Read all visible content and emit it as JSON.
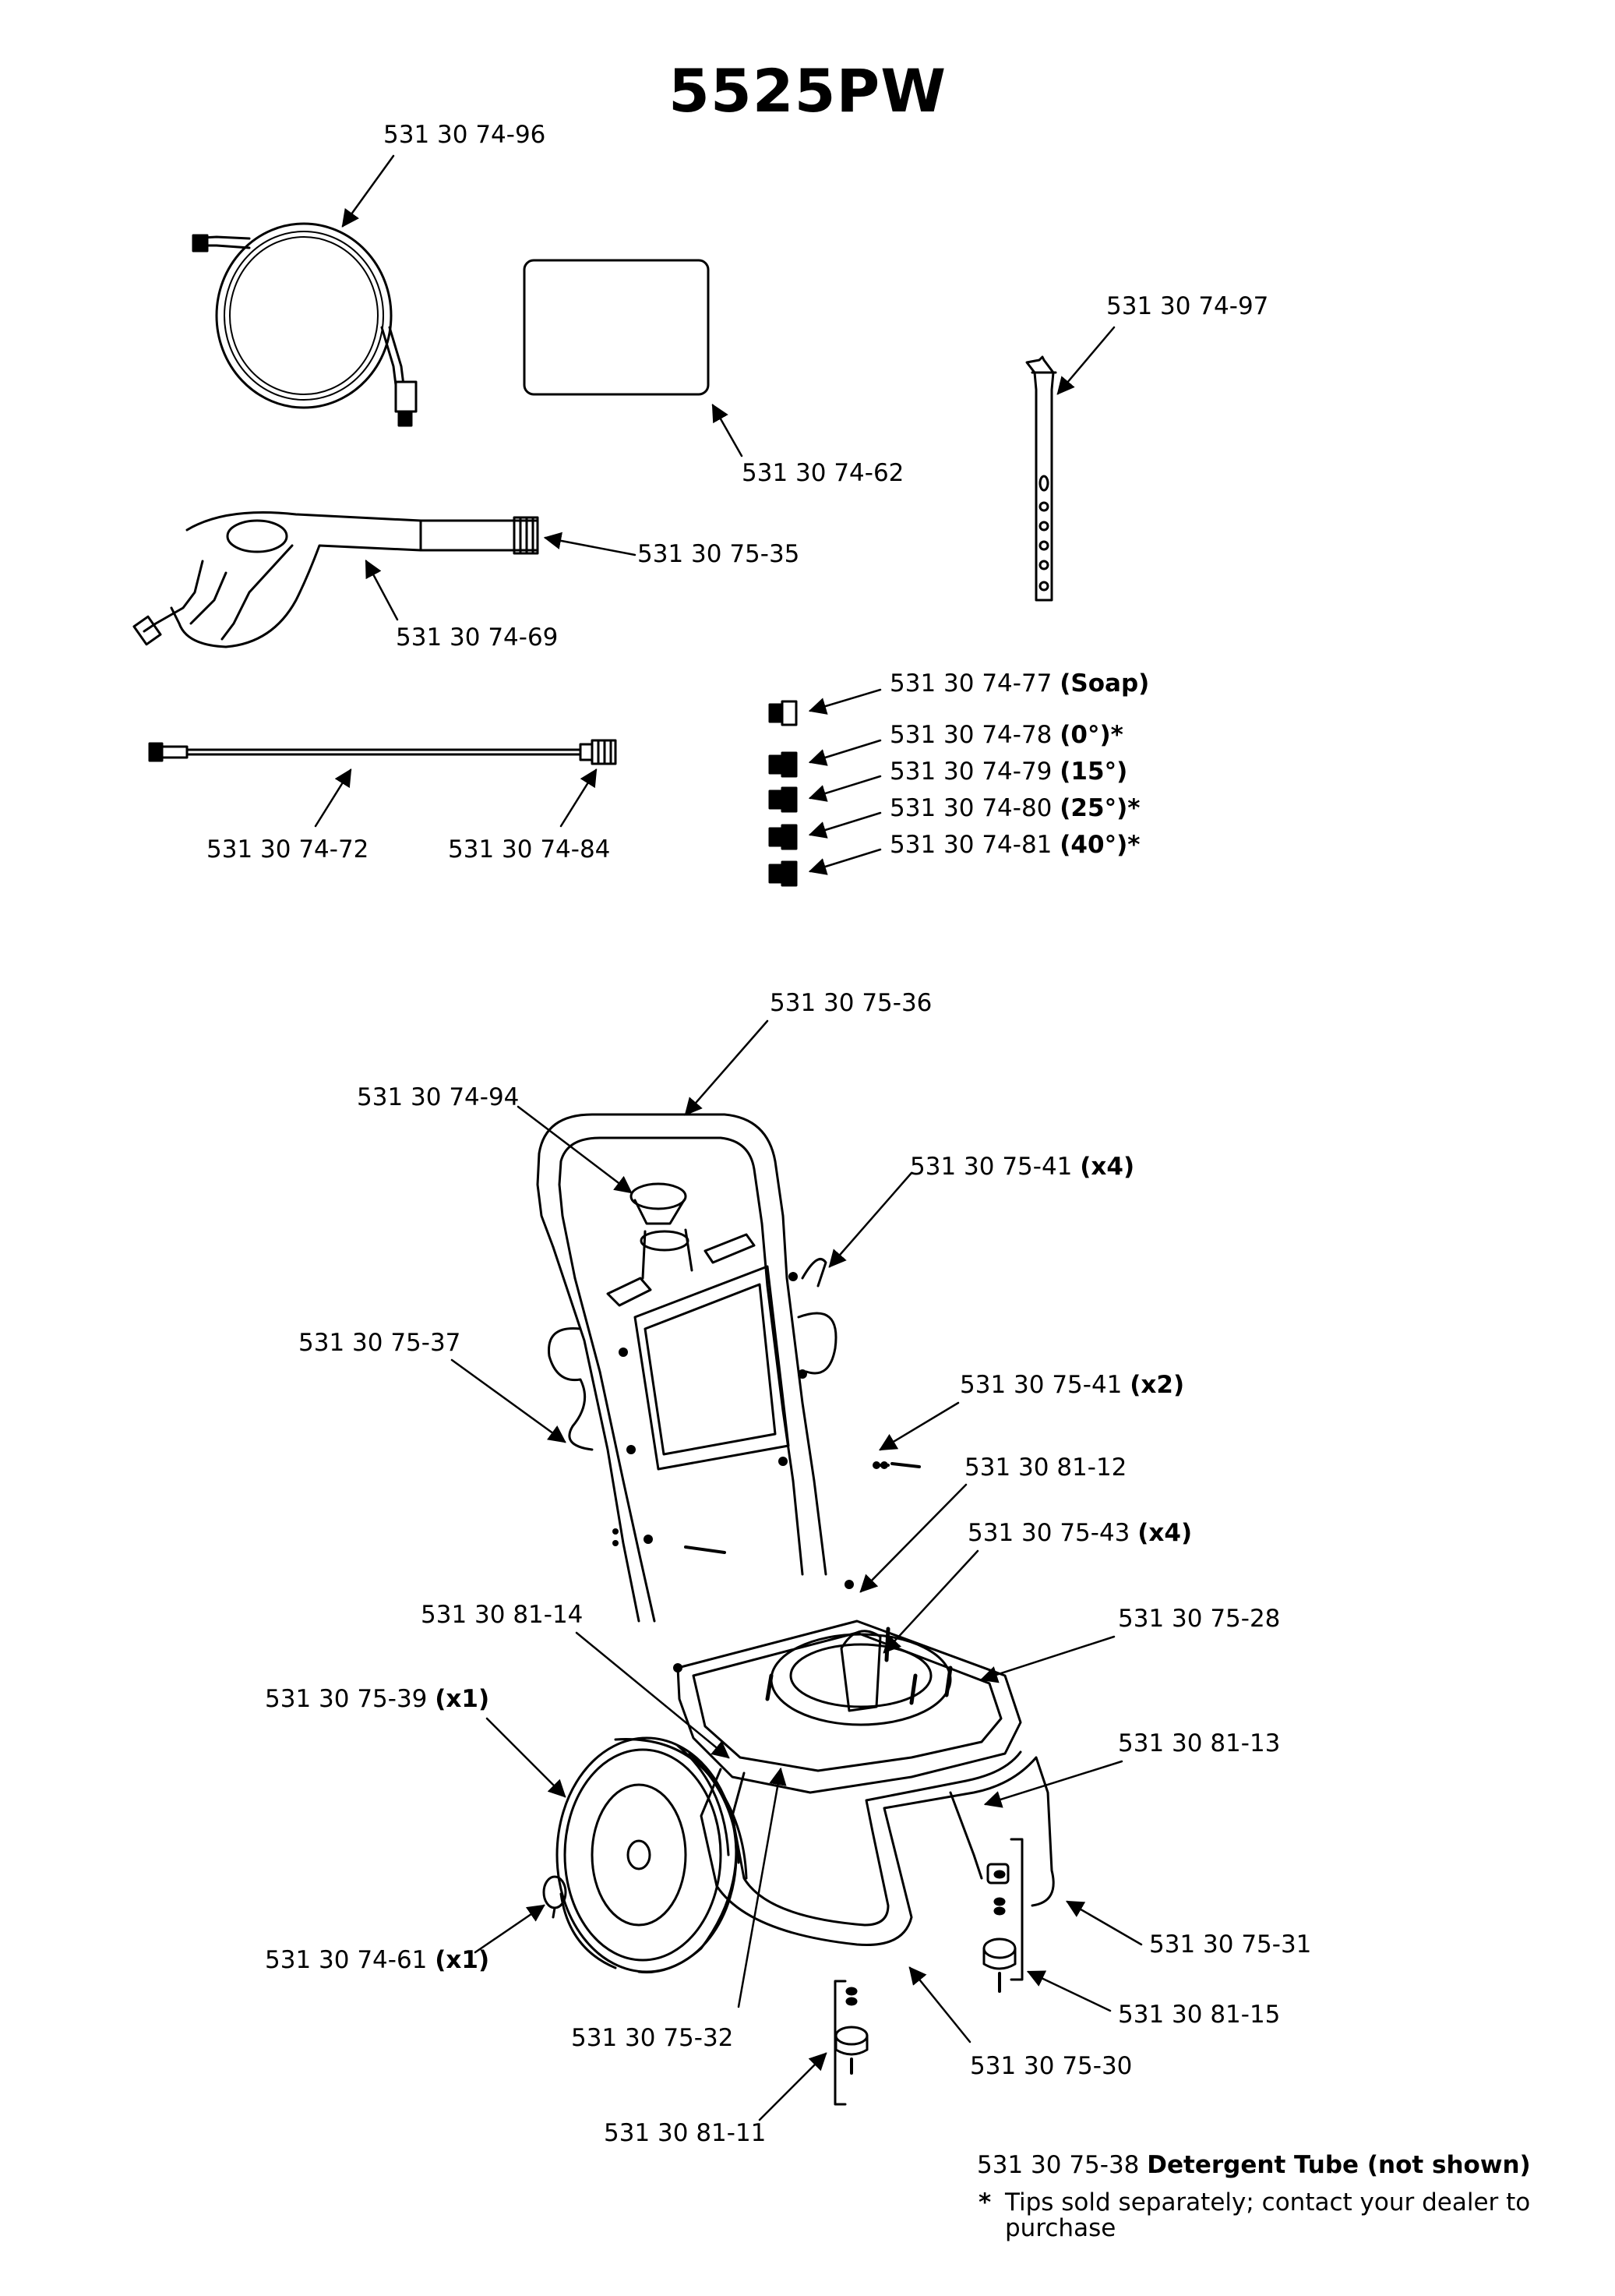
{
  "title": "5525PW",
  "parts": [
    {
      "num": "531 30 74-96",
      "extra": ""
    },
    {
      "num": "531 30 74-62",
      "extra": ""
    },
    {
      "num": "531 30 74-97",
      "extra": ""
    },
    {
      "num": "531 30 75-35",
      "extra": ""
    },
    {
      "num": "531 30 74-69",
      "extra": ""
    },
    {
      "num": "531 30 74-77",
      "extra": "(Soap)"
    },
    {
      "num": "531 30 74-78",
      "extra": "(0°)*"
    },
    {
      "num": "531 30 74-79",
      "extra": "(15°)"
    },
    {
      "num": "531 30 74-80",
      "extra": "(25°)*"
    },
    {
      "num": "531 30 74-81",
      "extra": "(40°)*"
    },
    {
      "num": "531 30 74-72",
      "extra": ""
    },
    {
      "num": "531 30 74-84",
      "extra": ""
    },
    {
      "num": "531 30 75-36",
      "extra": ""
    },
    {
      "num": "531 30 74-94",
      "extra": ""
    },
    {
      "num": "531 30 75-41",
      "extra": "(x4)"
    },
    {
      "num": "531 30 75-37",
      "extra": ""
    },
    {
      "num": "531 30 75-41",
      "extra": "(x2)"
    },
    {
      "num": "531 30 81-12",
      "extra": ""
    },
    {
      "num": "531 30 75-43",
      "extra": "(x4)"
    },
    {
      "num": "531 30 81-14",
      "extra": ""
    },
    {
      "num": "531 30 75-28",
      "extra": ""
    },
    {
      "num": "531 30 75-39",
      "extra": "(x1)"
    },
    {
      "num": "531 30 81-13",
      "extra": ""
    },
    {
      "num": "531 30 75-31",
      "extra": ""
    },
    {
      "num": "531 30 74-61",
      "extra": "(x1)"
    },
    {
      "num": "531 30 81-15",
      "extra": ""
    },
    {
      "num": "531 30 75-32",
      "extra": ""
    },
    {
      "num": "531 30 75-30",
      "extra": ""
    },
    {
      "num": "531 30 81-11",
      "extra": ""
    }
  ],
  "notes": {
    "detergent_num": "531 30 75-38",
    "detergent_text": "Detergent Tube (not shown)",
    "asterisk": "*",
    "tips_text": "Tips sold separately; contact your dealer to purchase"
  }
}
